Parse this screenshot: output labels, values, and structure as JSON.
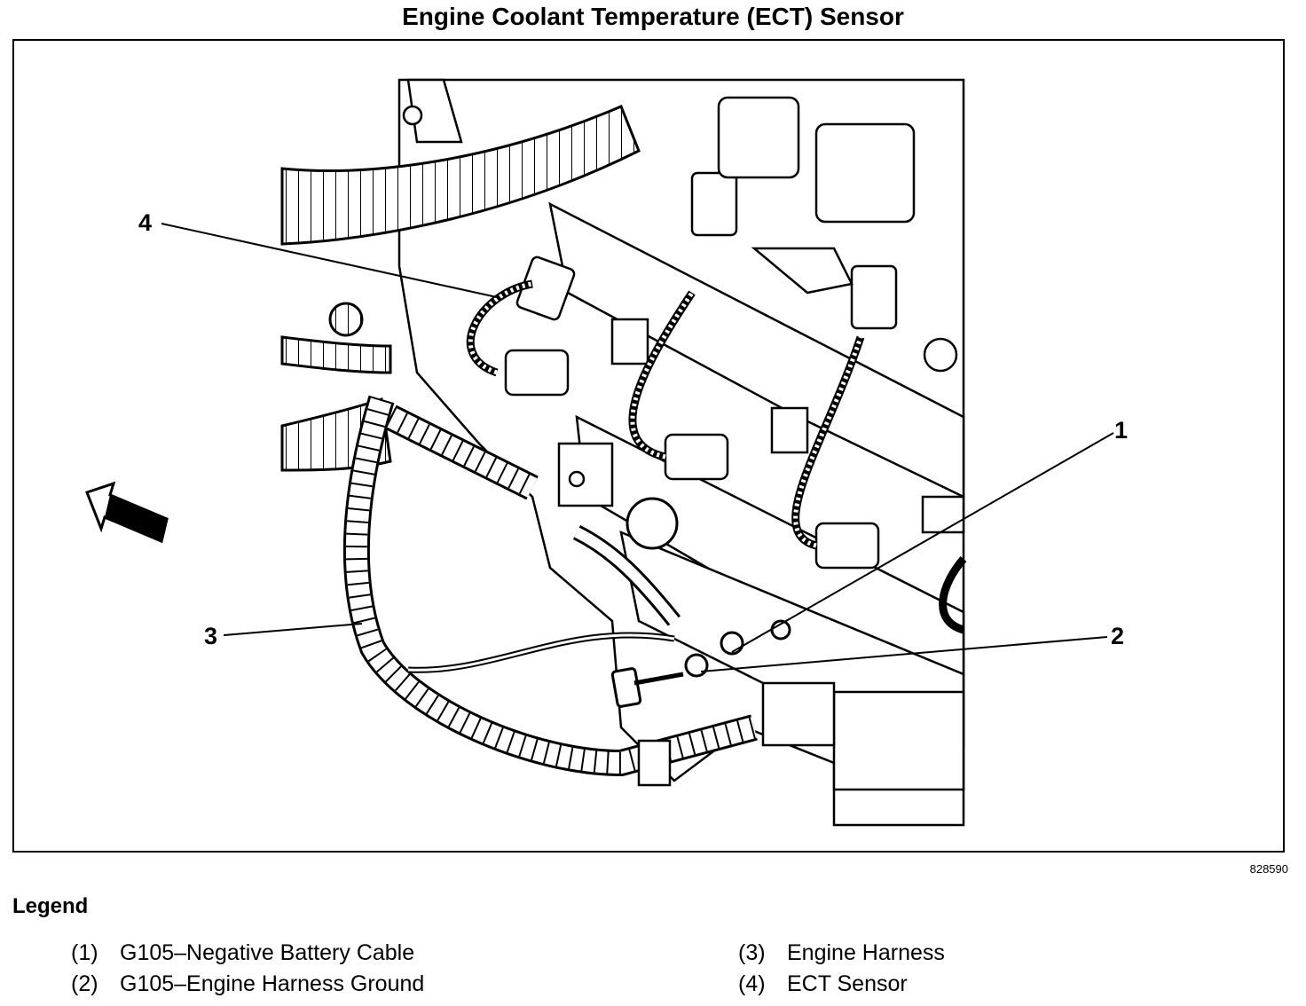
{
  "title": "Engine Coolant Temperature (ECT) Sensor",
  "figure_id": "828590",
  "callouts": [
    {
      "label": "1"
    },
    {
      "label": "2"
    },
    {
      "label": "3"
    },
    {
      "label": "4"
    }
  ],
  "legend": {
    "heading": "Legend",
    "items": [
      {
        "num": "(1)",
        "text": "G105–Negative Battery Cable"
      },
      {
        "num": "(2)",
        "text": "G105–Engine Harness Ground"
      },
      {
        "num": "(3)",
        "text": "Engine Harness"
      },
      {
        "num": "(4)",
        "text": "ECT Sensor"
      }
    ]
  }
}
